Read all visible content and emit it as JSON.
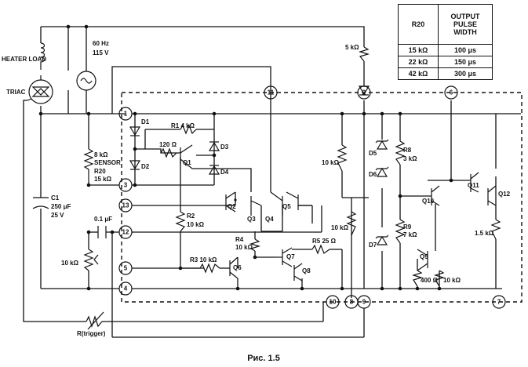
{
  "figure": {
    "caption": "Рис. 1.5"
  },
  "table": {
    "col1": "R20",
    "col2": "OUTPUT PULSE WIDTH",
    "rows": [
      {
        "r": "15 kΩ",
        "w": "100 μs"
      },
      {
        "r": "22 kΩ",
        "w": "150 μs"
      },
      {
        "r": "42 kΩ",
        "w": "300 μs"
      }
    ]
  },
  "labels": {
    "heater_load": "HEATER LOAD",
    "triac": "TRIAC",
    "source_freq": "60 Hz",
    "source_volt": "115 V",
    "r_5k": "5 kΩ",
    "sensor_val": "8 kΩ",
    "sensor": "SENSOR",
    "r20": "R20",
    "r20_val": "15 kΩ",
    "c1": "C1",
    "c1_val": "250 μF",
    "c1_v": "25 V",
    "cap_01": "0.1 μF",
    "r_10k_left": "10 kΩ",
    "rtrigger": "R(trigger)",
    "d1": "D1",
    "d2": "D2",
    "d3": "D3",
    "d4": "D4",
    "d5": "D5",
    "d6": "D6",
    "d7": "D7",
    "r1": "R1 4 kΩ",
    "r_120": "120 Ω",
    "q1": "Q1",
    "q2": "Q2",
    "q3": "Q3",
    "q4": "Q4",
    "q5": "Q5",
    "q6": "Q6",
    "q7": "Q7",
    "q8": "Q8",
    "q9": "Q9",
    "q10": "Q10",
    "q11": "Q11",
    "q12": "Q12",
    "r2": "R2",
    "r2_val": "10 kΩ",
    "r3": "R3 10 kΩ",
    "r4": "R4",
    "r4_val": "10 kΩ",
    "r5": "R5 25 Ω",
    "r_10k_mid": "10 kΩ",
    "r_10k_mid2": "10 kΩ",
    "r8": "R8",
    "r8_val": "3 kΩ",
    "r9": "R9",
    "r9_val": "7 kΩ",
    "r_400": "400 Ω",
    "r_10k_right": "10 kΩ",
    "r_15k": "1.5 kΩ",
    "pins": [
      "1",
      "2",
      "3",
      "4",
      "5",
      "6",
      "7",
      "8",
      "9",
      "10",
      "11",
      "12",
      "13"
    ]
  }
}
